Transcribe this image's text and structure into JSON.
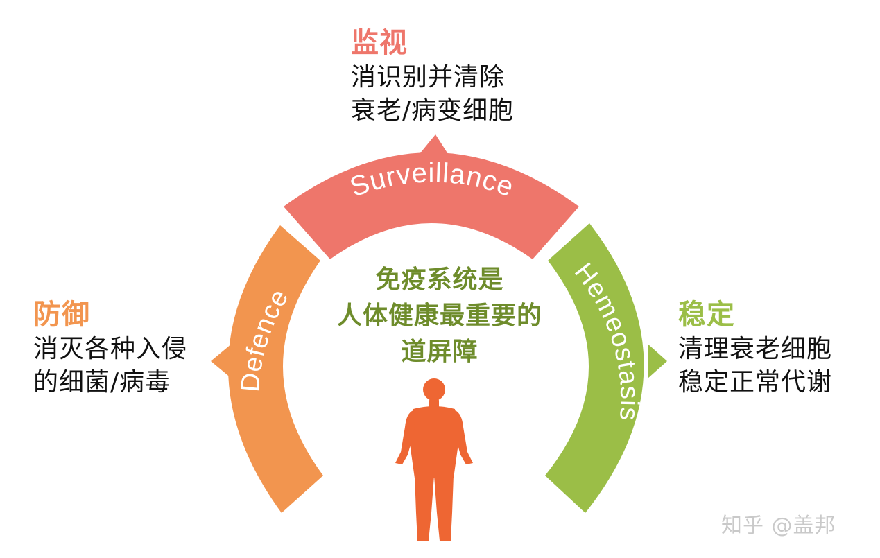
{
  "colors": {
    "surveillance": "#ee766b",
    "defence": "#f2954f",
    "hemeostasis": "#9bbe47",
    "center_text": "#6e8c2b",
    "body_figure": "#ee6633",
    "body_text": "#111111",
    "watermark": "#c9c9c9"
  },
  "arcs": {
    "surveillance": {
      "label": "Surveillance"
    },
    "defence": {
      "label": "Defence"
    },
    "hemeostasis": {
      "label": "Hemeostasis"
    }
  },
  "surveillance_note": {
    "heading": "监视",
    "lines": [
      "消识别并清除",
      "衰老/病变细胞"
    ]
  },
  "defence_note": {
    "heading": "防御",
    "lines": [
      "消灭各种入侵",
      "的细菌/病毒"
    ]
  },
  "hemeostasis_note": {
    "heading": "稳定",
    "lines": [
      "清理衰老细胞",
      "稳定正常代谢"
    ]
  },
  "center": {
    "lines": [
      "免疫系统是",
      "人体健康最重要的",
      "道屏障"
    ]
  },
  "figure_icon": "human-body-icon",
  "watermark": "知乎 @盖邦"
}
